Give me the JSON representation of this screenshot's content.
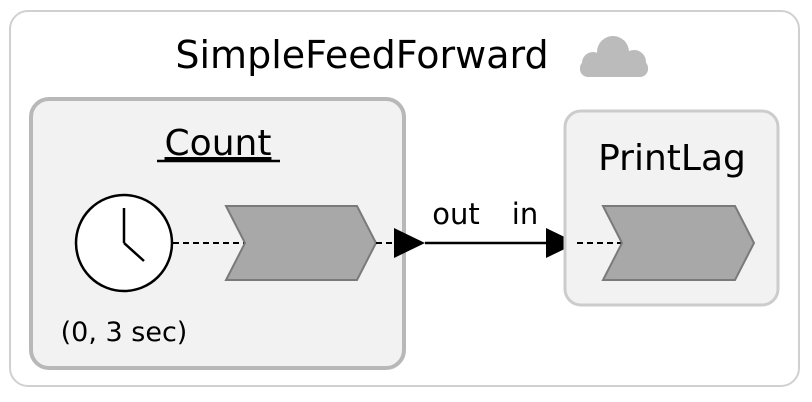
{
  "diagram": {
    "container": {
      "title": "SimpleFeedForward",
      "icon": "cloud-icon"
    },
    "reactors": [
      {
        "id": "count",
        "name": "Count",
        "timer": {
          "icon": "clock-icon",
          "label": "(0, 3 sec)"
        }
      },
      {
        "id": "printlag",
        "name": "PrintLag"
      }
    ],
    "connection": {
      "from_port": "out",
      "to_port": "in"
    },
    "colors": {
      "outer_border": "#d0d0d0",
      "reactor_fill": "#f2f2f2",
      "count_border": "#b8b8b8",
      "printlag_border": "#cccccc",
      "reaction_fill": "#a8a8a8",
      "reaction_stroke": "#7a7a7a",
      "cloud": "#bbbbbb",
      "line": "#000000"
    }
  }
}
